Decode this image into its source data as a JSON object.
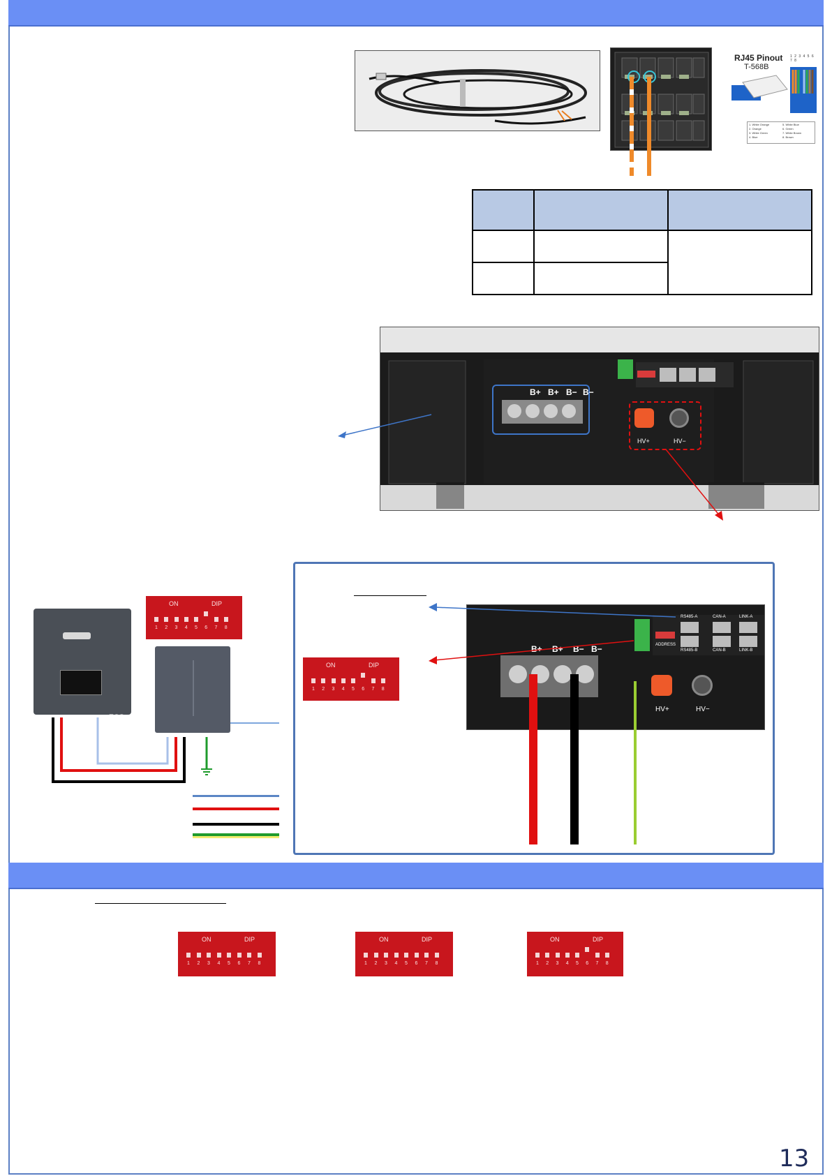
{
  "page": {
    "page_number": "13"
  },
  "colors": {
    "header_band": "#6a8ff5",
    "frame": "#5b7fc4",
    "dip_panel": "#c8161d",
    "table_header": "#b8c9e4",
    "cable_comm": "#5b86c5",
    "cable_positive": "#e01010",
    "cable_negative": "#000000",
    "cable_ground": "#1f9b2c",
    "pin_orange": "#ef8a2a"
  },
  "rj45": {
    "title": "RJ45 Pinout",
    "standard": "T-568B",
    "pin_numbers": "1 2 3 4 5 6 7 8",
    "pins_left": [
      "1. White Orange",
      "2. Orange",
      "3. White Green",
      "4. Blue"
    ],
    "pins_right": [
      "5. White Blue",
      "6. Green",
      "7. White Brown",
      "8. Brown"
    ]
  },
  "battery_panel": {
    "terminal_labels": [
      "B+",
      "B+",
      "B−",
      "B−"
    ],
    "hv_labels": [
      "HV+",
      "HV−"
    ],
    "port_labels_top": [
      "RS485-A",
      "CAN-A",
      "LINK-A"
    ],
    "port_labels_bottom": [
      "ADDRESS",
      "RS485-B",
      "CAN-B",
      "LINK-B"
    ]
  },
  "dip": {
    "on_label": "ON",
    "dip_label": "DIP",
    "numbers": [
      "1",
      "2",
      "3",
      "4",
      "5",
      "6",
      "7",
      "8"
    ]
  },
  "inverter": {
    "brand": "ZCS"
  }
}
